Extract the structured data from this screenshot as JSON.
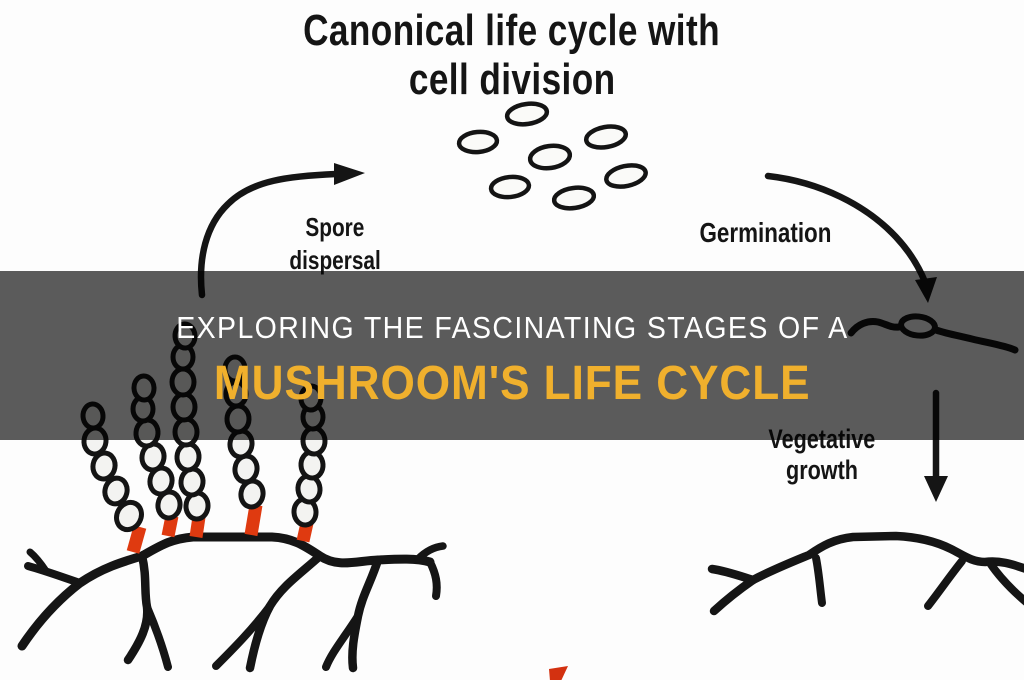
{
  "page": {
    "background": "#FDFDFD",
    "ink_color": "#151515",
    "accent_red": "#DF3A10"
  },
  "diagram": {
    "title": {
      "line1": "Canonical life cycle with",
      "line2": "cell division"
    },
    "labels": {
      "spore_dispersal": {
        "line1": "Spore",
        "line2": "dispersal"
      },
      "germination": "Germination",
      "vegetative_growth": {
        "line1": "Vegetative",
        "line2": "growth"
      }
    },
    "elements": [
      "spores-cluster",
      "spore-dispersal-arrow",
      "germination-arrow",
      "germinating-spore",
      "vegetative-growth-arrow",
      "mature-mycelium-with-spore-chains",
      "young-mycelium",
      "red-spore-stalks"
    ],
    "spore_count": 7,
    "spore_chain_count": 5
  },
  "banner": {
    "line1": "EXPLORING THE FASCINATING STAGES OF A",
    "line2": "MUSHROOM'S LIFE CYCLE",
    "line1_color": "#FFFFFF",
    "line2_color": "#F0B02D",
    "overlay_color": "rgba(0,0,0,0.64)"
  }
}
